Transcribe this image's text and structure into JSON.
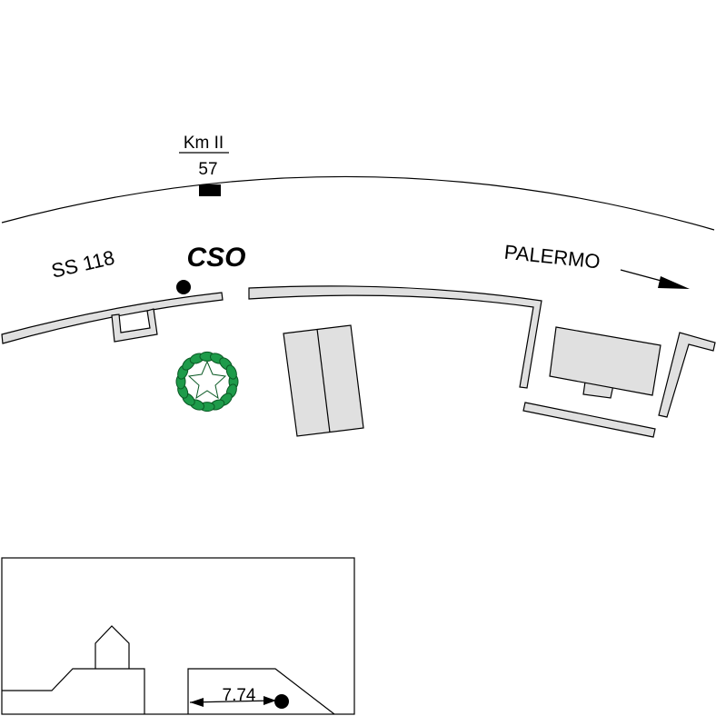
{
  "plan": {
    "km_marker": {
      "label_top": "Km II",
      "label_bottom": "57"
    },
    "road_label": "SS 118",
    "station_label": "CSO",
    "direction_label": "PALERMO",
    "icons": [
      "km-marker-icon",
      "station-point-icon",
      "tree-icon",
      "direction-arrow-icon"
    ]
  },
  "section": {
    "distance_label": "7.74",
    "icons": [
      "station-point-icon",
      "dimension-arrow-icon"
    ]
  },
  "colors": {
    "ink": "#000000",
    "fill_gray": "#e0e0e0",
    "tree_green": "#1e9b4a",
    "tree_dark": "#0b5a25"
  }
}
